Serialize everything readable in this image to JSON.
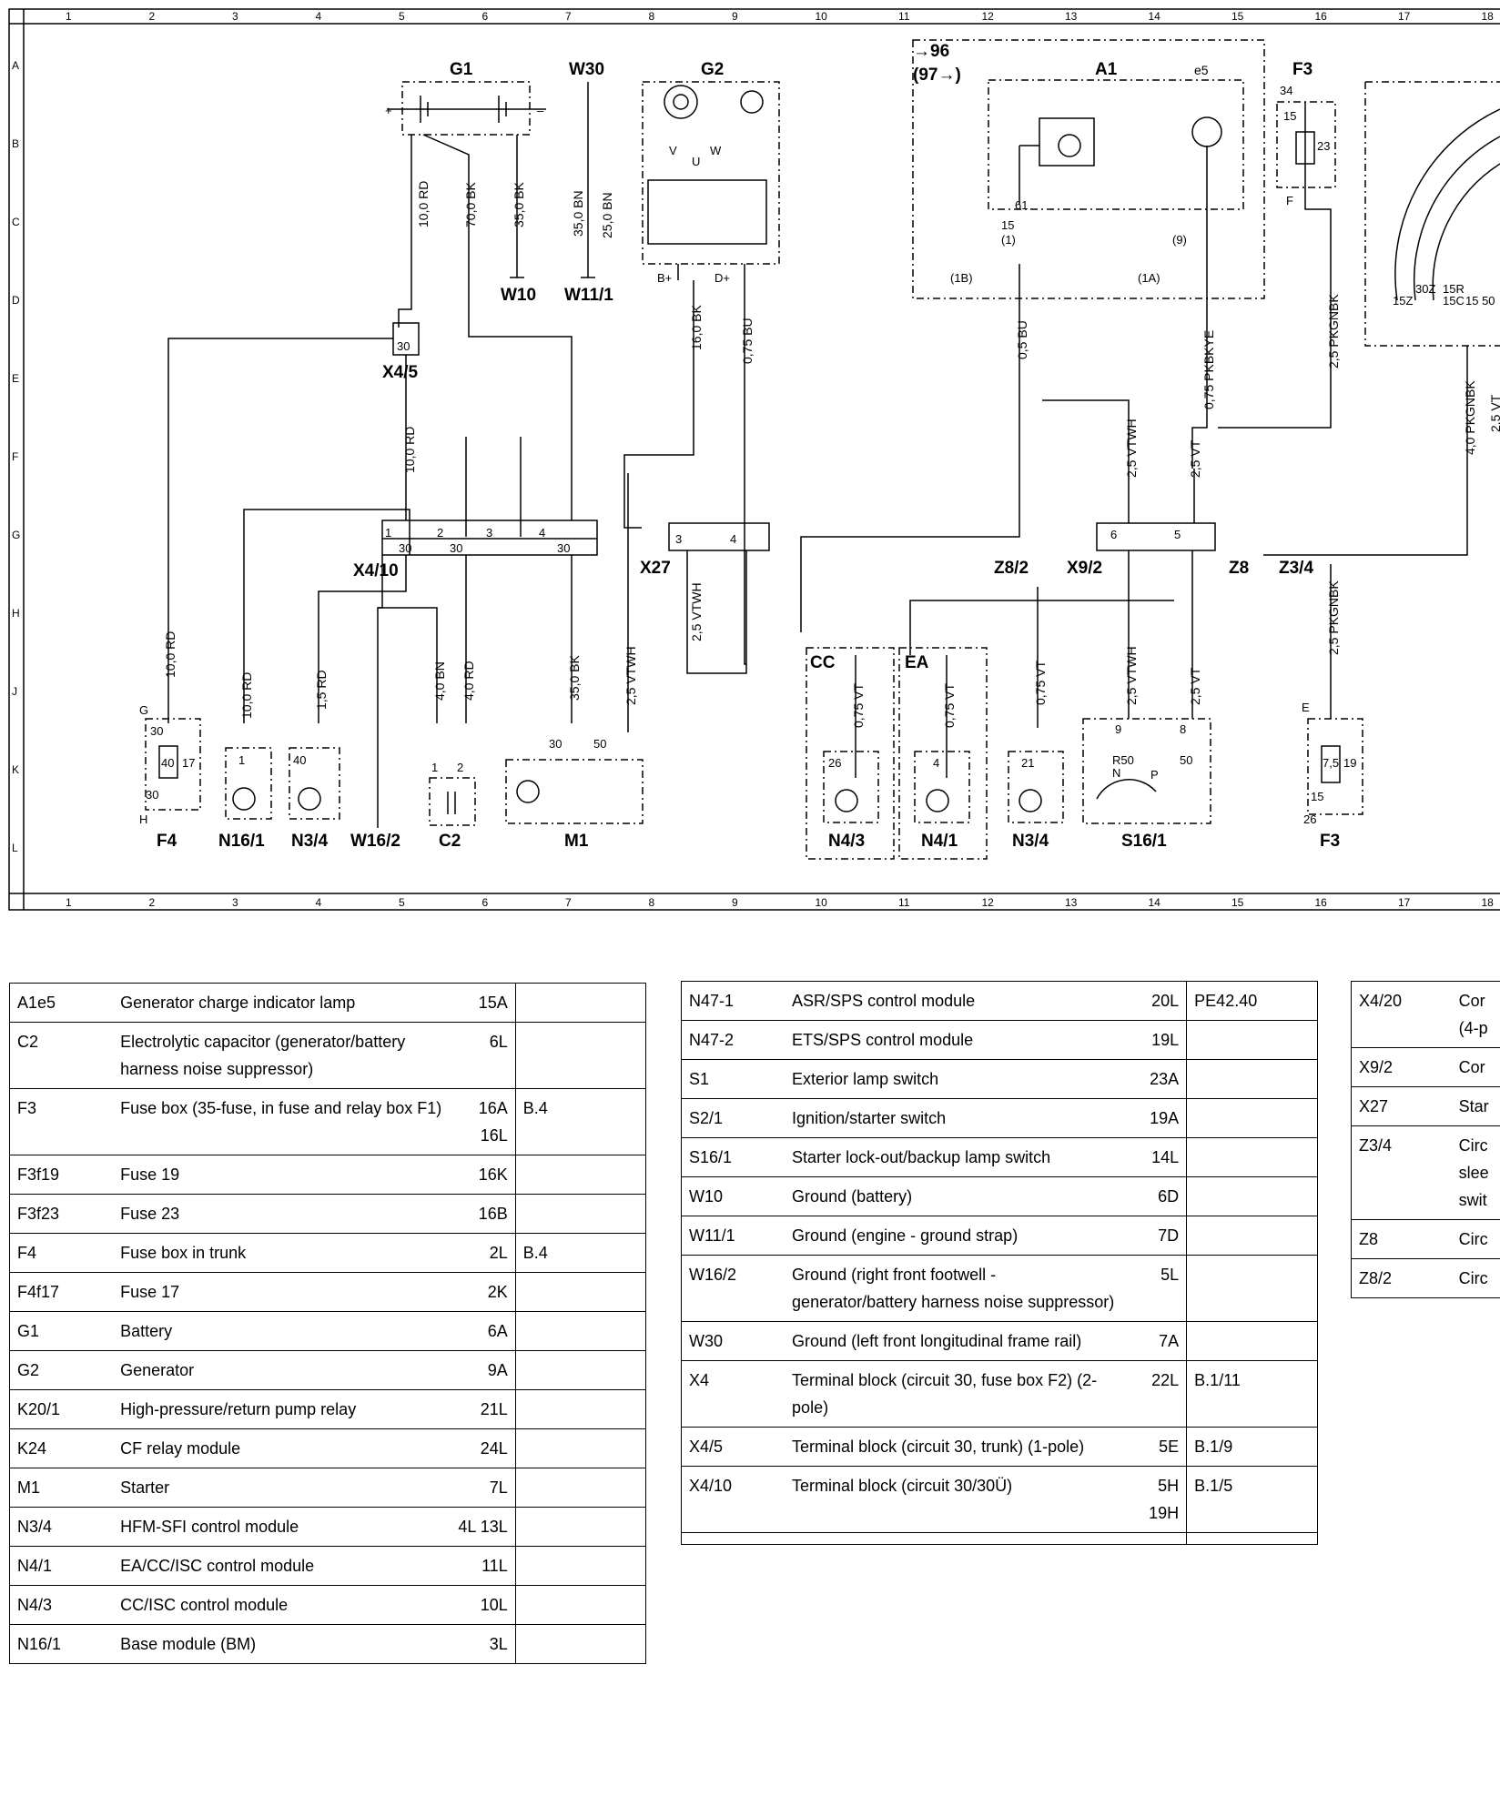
{
  "grid": {
    "columns": [
      "1",
      "2",
      "3",
      "4",
      "5",
      "6",
      "7",
      "8",
      "9",
      "10",
      "11",
      "12",
      "13",
      "14",
      "15",
      "16",
      "17",
      "18"
    ],
    "rows": [
      "A",
      "B",
      "C",
      "D",
      "E",
      "F",
      "G",
      "H",
      "J",
      "K",
      "L"
    ]
  },
  "components": {
    "g1": "G1",
    "w30": "W30",
    "g2": "G2",
    "a1": "A1",
    "a1e5": "e5",
    "f3_top": "F3",
    "f3_bottom": "F3",
    "x4_5": "X4/5",
    "x4_10": "X4/10",
    "x27": "X27",
    "z8_2": "Z8/2",
    "x9_2": "X9/2",
    "z8": "Z8",
    "z3_4": "Z3/4",
    "w10": "W10",
    "w11_1": "W11/1",
    "f4": "F4",
    "n16_1": "N16/1",
    "n3_4_left": "N3/4",
    "w16_2": "W16/2",
    "c2": "C2",
    "m1": "M1",
    "n4_3": "N4/3",
    "n4_1": "N4/1",
    "n3_4_right": "N3/4",
    "s16_1": "S16/1",
    "cc": "CC",
    "ea": "EA",
    "ref_96": "→96",
    "ref_97": "(97→)"
  },
  "wires": {
    "g1_out": "10,0 RD",
    "g1_bk70": "70,0 BK",
    "g1_bk35": "35,0 BK",
    "w30_bn35": "35,0 BN",
    "w30_bn25": "25,0 BN",
    "x45_out": "10,0 RD",
    "g2_bk16": "16,0 BK",
    "g2_bu075": "0,75 BU",
    "a1_bu05": "0,5 BU",
    "a1_pkbkye": "0,75 PKBKYE",
    "f3_pkgnbk": "2,5 PKGNBK",
    "far_pkgnbk": "4,0 PKGNBK",
    "far_vt": "2,5 VT",
    "x92_vtwh": "2,5 VTWH",
    "x92_vt": "2,5 VT",
    "x27_vtwh": "2,5 VTWH",
    "m1_vtwh": "2,5 VTWH",
    "m1_bk35": "35,0 BK",
    "f4_rd": "10,0 RD",
    "n161_rd": "10,0 RD",
    "n34_rd": "1,5 RD",
    "c2_bn": "4,0 BN",
    "c2_rd": "4,0 RD",
    "cc_vt": "0,75 VT",
    "ea_vt": "0,75 VT",
    "n34r_vt": "0,75 VT",
    "s161_vtwh": "2,5 VTWH",
    "s161_vt": "2,5 VT",
    "f3b_pkgnbk": "2,5 PKGNBK"
  },
  "pins": {
    "p30": "30",
    "p1": "1",
    "p2": "2",
    "p3": "3",
    "p4": "4",
    "p5": "5",
    "p6": "6",
    "p8": "8",
    "p9": "9",
    "p15": "15",
    "p17": "17",
    "p19": "19",
    "p21": "21",
    "p23": "23",
    "p26": "26",
    "p34": "34",
    "p40": "40",
    "p50": "50",
    "p61": "61",
    "p1b": "(1B)",
    "p1a": "(1A)",
    "p1p": "(1)",
    "p9p": "(9)",
    "bplus": "B+",
    "dplus": "D+",
    "fuse40": "40",
    "fuse75": "7,5",
    "fuse75b": "7,5",
    "g": "G",
    "h": "H",
    "e": "E",
    "f": "F",
    "plus": "+",
    "minus": "–",
    "r50": "R50",
    "n": "N",
    "p": "P",
    "v": "V",
    "u": "U",
    "w": "W",
    "t30z": "30Z",
    "t15c": "15C",
    "t15r": "15R",
    "t15z": "15Z",
    "t1550": "15 50"
  },
  "legend": {
    "table1": [
      {
        "code": "A1e5",
        "desc": "Generator charge indicator lamp",
        "loc": "15A",
        "ref": ""
      },
      {
        "code": "C2",
        "desc": "Electrolytic capacitor (generator/battery harness noise suppressor)",
        "loc": "6L",
        "ref": ""
      },
      {
        "code": "F3",
        "desc": "Fuse box (35-fuse, in fuse and relay box F1)",
        "loc": "16A 16L",
        "ref": "B.4"
      },
      {
        "code": "F3f19",
        "desc": "Fuse 19",
        "loc": "16K",
        "ref": ""
      },
      {
        "code": "F3f23",
        "desc": "Fuse 23",
        "loc": "16B",
        "ref": ""
      },
      {
        "code": "F4",
        "desc": "Fuse box in trunk",
        "loc": "2L",
        "ref": "B.4"
      },
      {
        "code": "F4f17",
        "desc": "Fuse 17",
        "loc": "2K",
        "ref": ""
      },
      {
        "code": "G1",
        "desc": "Battery",
        "loc": "6A",
        "ref": ""
      },
      {
        "code": "G2",
        "desc": "Generator",
        "loc": "9A",
        "ref": ""
      },
      {
        "code": "K20/1",
        "desc": "High-pressure/return pump relay",
        "loc": "21L",
        "ref": ""
      },
      {
        "code": "K24",
        "desc": "CF relay module",
        "loc": "24L",
        "ref": ""
      },
      {
        "code": "M1",
        "desc": "Starter",
        "loc": "7L",
        "ref": ""
      },
      {
        "code": "N3/4",
        "desc": "HFM-SFI control module",
        "loc": "4L 13L",
        "ref": ""
      },
      {
        "code": "N4/1",
        "desc": "EA/CC/ISC control module",
        "loc": "11L",
        "ref": ""
      },
      {
        "code": "N4/3",
        "desc": "CC/ISC control module",
        "loc": "10L",
        "ref": ""
      },
      {
        "code": "N16/1",
        "desc": "Base module (BM)",
        "loc": "3L",
        "ref": ""
      }
    ],
    "table2": [
      {
        "code": "N47-1",
        "desc": "ASR/SPS control module",
        "loc": "20L",
        "ref": "PE42.40"
      },
      {
        "code": "N47-2",
        "desc": "ETS/SPS control module",
        "loc": "19L",
        "ref": ""
      },
      {
        "code": "S1",
        "desc": "Exterior lamp switch",
        "loc": "23A",
        "ref": ""
      },
      {
        "code": "S2/1",
        "desc": "Ignition/starter switch",
        "loc": "19A",
        "ref": ""
      },
      {
        "code": "S16/1",
        "desc": "Starter lock-out/backup lamp switch",
        "loc": "14L",
        "ref": ""
      },
      {
        "code": "W10",
        "desc": "Ground (battery)",
        "loc": "6D",
        "ref": ""
      },
      {
        "code": "W11/1",
        "desc": "Ground (engine - ground strap)",
        "loc": "7D",
        "ref": ""
      },
      {
        "code": "W16/2",
        "desc": "Ground (right front footwell - generator/battery harness noise suppressor)",
        "loc": "5L",
        "ref": ""
      },
      {
        "code": "W30",
        "desc": "Ground (left front longitudinal frame rail)",
        "loc": "7A",
        "ref": ""
      },
      {
        "code": "X4",
        "desc": "Terminal block (circuit 30, fuse box F2) (2-pole)",
        "loc": "22L",
        "ref": "B.1/11"
      },
      {
        "code": "X4/5",
        "desc": "Terminal block (circuit 30, trunk) (1-pole)",
        "loc": "5E",
        "ref": "B.1/9"
      },
      {
        "code": "X4/10",
        "desc": "Terminal block (circuit 30/30Ü)",
        "loc": "5H 19H",
        "ref": "B.1/5"
      },
      {
        "code": "",
        "desc": "",
        "loc": "",
        "ref": ""
      }
    ],
    "table3": [
      {
        "code": "X4/20",
        "desc": "Cor (4-p"
      },
      {
        "code": "X9/2",
        "desc": "Cor"
      },
      {
        "code": "X27",
        "desc": "Star"
      },
      {
        "code": "Z3/4",
        "desc": "Circ slee swit"
      },
      {
        "code": "Z8",
        "desc": "Circ"
      },
      {
        "code": "Z8/2",
        "desc": "Circ"
      }
    ]
  }
}
